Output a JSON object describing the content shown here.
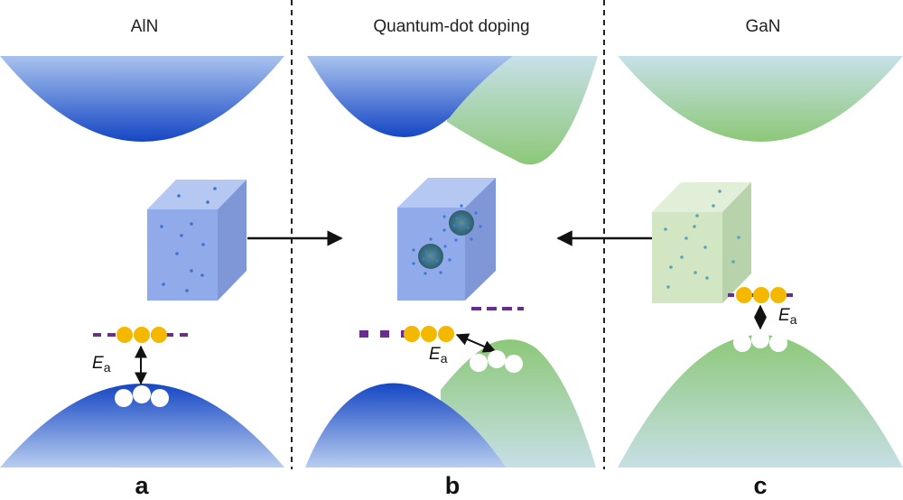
{
  "panels": [
    {
      "title": "AlN",
      "letter": "a"
    },
    {
      "title": "Quantum-dot doping",
      "letter": "b"
    },
    {
      "title": "GaN",
      "letter": "c"
    }
  ],
  "activation_label": {
    "symbol": "E",
    "subscript": "a"
  },
  "colors": {
    "aln_band": "#1a4fc8",
    "gan_band": "#8fc97a",
    "aln_cube": "#8aa6e6",
    "gan_cube": "#d4e8c6",
    "acceptor_level": "#6a2d8f",
    "electron": "#f5b800",
    "hole": "#ffffff",
    "divider": "#222222"
  }
}
